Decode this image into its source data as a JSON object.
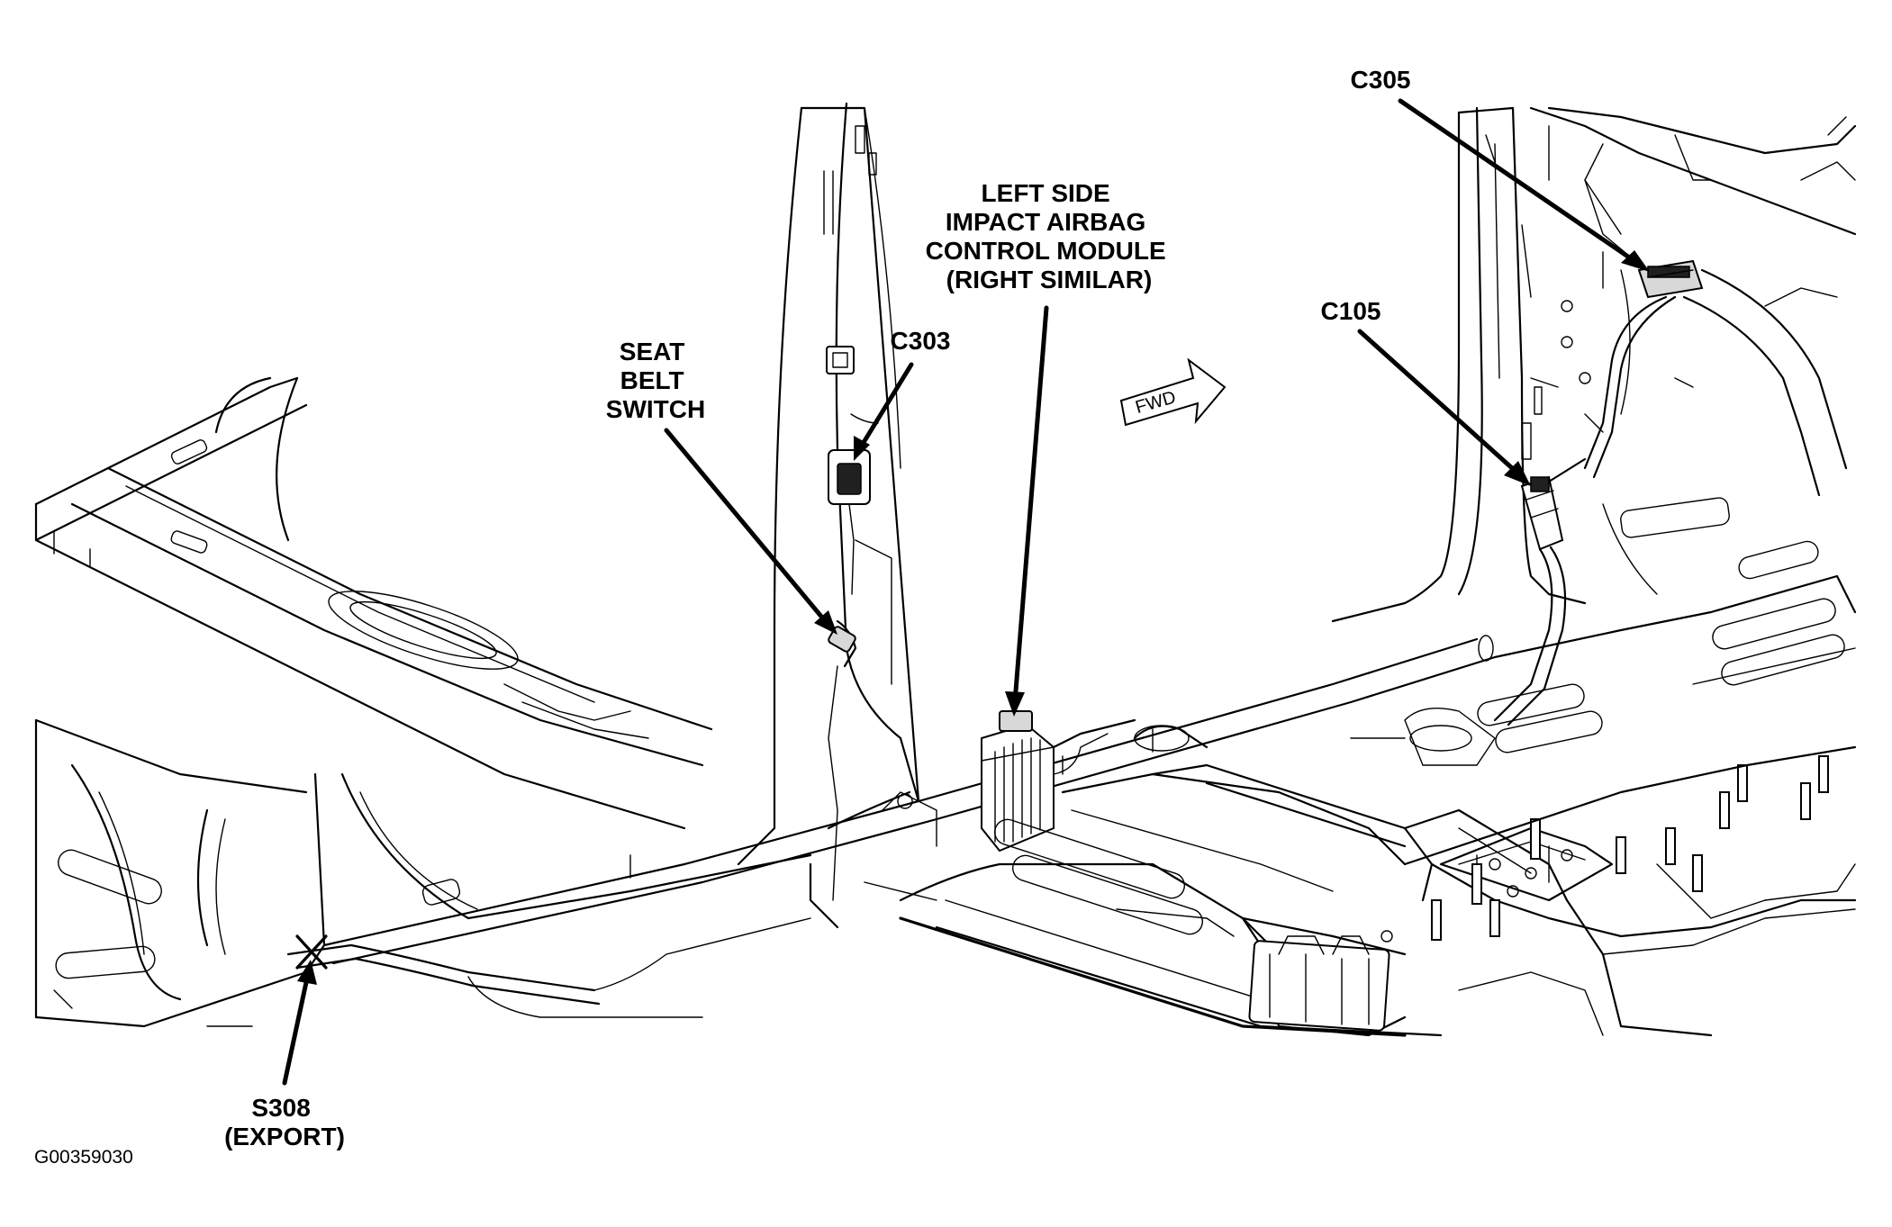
{
  "callouts": {
    "c305": "C305",
    "side_airbag_module": [
      "LEFT SIDE",
      "IMPACT AIRBAG",
      "CONTROL MODULE",
      "(RIGHT SIMILAR)"
    ],
    "c105": "C105",
    "seat_belt_switch": [
      "SEAT",
      "BELT",
      "SWITCH"
    ],
    "c303": "C303",
    "s308": [
      "S308",
      "(EXPORT)"
    ]
  },
  "direction_arrow": "FWD",
  "figure_id": "G00359030",
  "colors": {
    "line": "#000000",
    "background": "#ffffff"
  }
}
